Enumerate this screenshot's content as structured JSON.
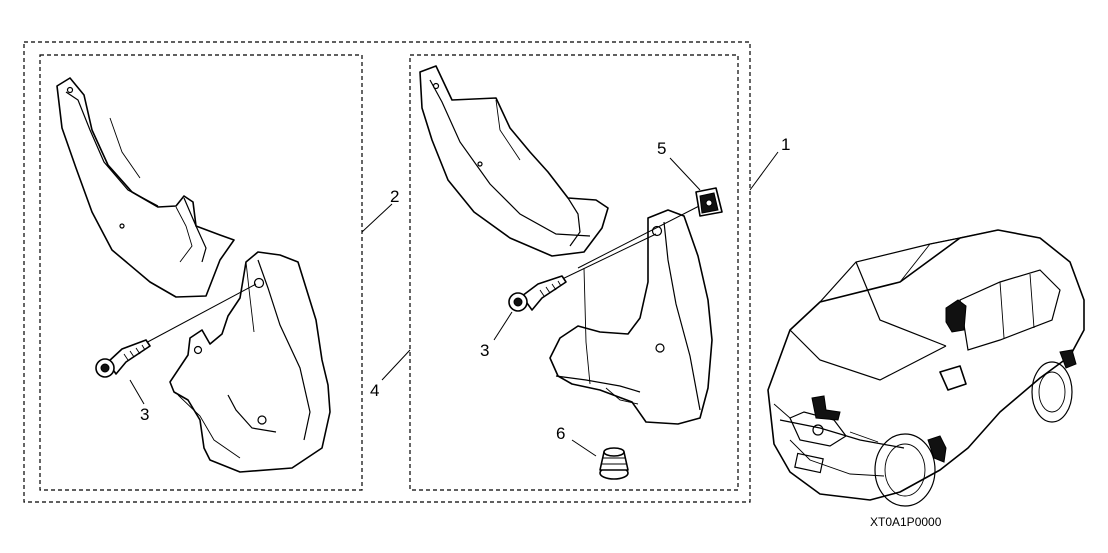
{
  "callouts": {
    "c1": "1",
    "c2": "2",
    "c3_left": "3",
    "c3_right": "3",
    "c4": "4",
    "c5": "5",
    "c6": "6"
  },
  "diagram_code": "XT0A1P0000"
}
